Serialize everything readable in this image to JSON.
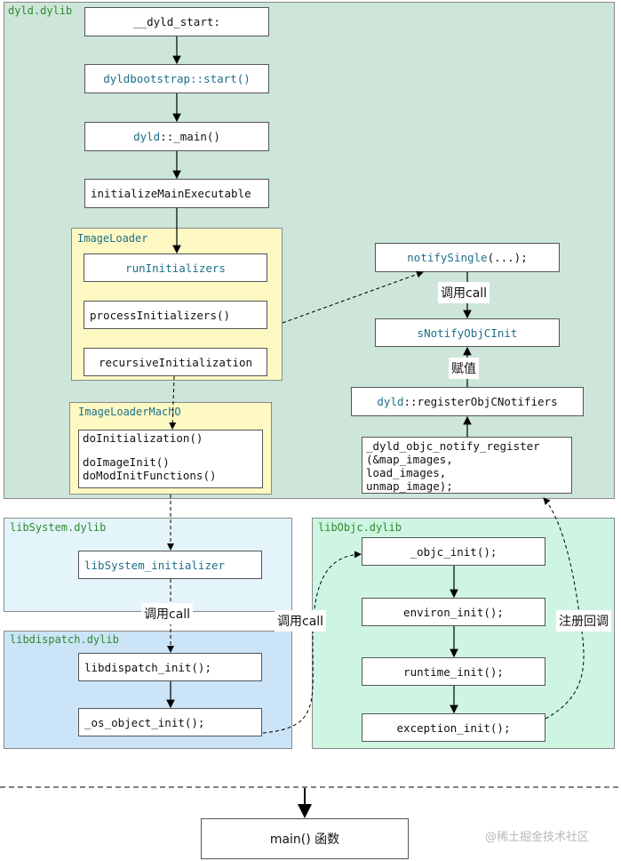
{
  "regions": {
    "dyld": "dyld.dylib",
    "imageloader": "ImageLoader",
    "imageloadermacho": "ImageLoaderMachO",
    "libsystem": "libSystem.dylib",
    "libdispatch": "libdispatch.dylib",
    "libobjc": "libObjc.dylib"
  },
  "dyld_steps": {
    "dyld_start": "__dyld_start:",
    "bootstrap_start": "dyldbootstrap::start()",
    "dyld_main_prefix": "dyld",
    "dyld_main_suffix": "::_main()",
    "init_main_exec": "initializeMainExecutable"
  },
  "imageloader_steps": {
    "run_initializers": "runInitializers",
    "process_initializers": "processInitializers()",
    "recursive_initialization": "recursiveInitialization"
  },
  "macho_steps": {
    "line1": "doInitialization()",
    "line2": "",
    "line3": "doImageInit()",
    "line4": "doModInitFunctions()"
  },
  "notify_steps": {
    "notify_single_name": "notifySingle",
    "notify_single_args": "(...);",
    "snotify_objc_init": "sNotifyObjCInit",
    "register_prefix": "dyld",
    "register_suffix": "::registerObjCNotifiers",
    "objc_register_line1": "_dyld_objc_notify_register",
    "objc_register_line2": "(&map_images,",
    "objc_register_line3": "load_images,",
    "objc_register_line4": "unmap_image);"
  },
  "libsystem_steps": {
    "libsystem_initializer": "libSystem_initializer"
  },
  "libdispatch_steps": {
    "libdispatch_init": "libdispatch_init();",
    "os_object_init": "_os_object_init();"
  },
  "libobjc_steps": {
    "objc_init": "_objc_init();",
    "environ_init": "environ_init();",
    "runtime_init": "runtime_init();",
    "exception_init": "exception_init();"
  },
  "edge_labels": {
    "call_notify": "调用call",
    "assign": "赋值",
    "call_libsystem": "调用call",
    "call_objc": "调用call",
    "register_callback": "注册回调"
  },
  "main_box": "main() 函数",
  "watermark": "@稀土掘金技术社区",
  "colors": {
    "dyld_bg": "#cde6d9",
    "imageloader_bg": "#fef9c3",
    "libsystem_bg": "#e3f4fb",
    "libdispatch_bg": "#cbe4f7",
    "libobjc_bg": "#cdf5e2",
    "title_green": "#2f8a2f",
    "title_teal": "#1e6f8a"
  }
}
